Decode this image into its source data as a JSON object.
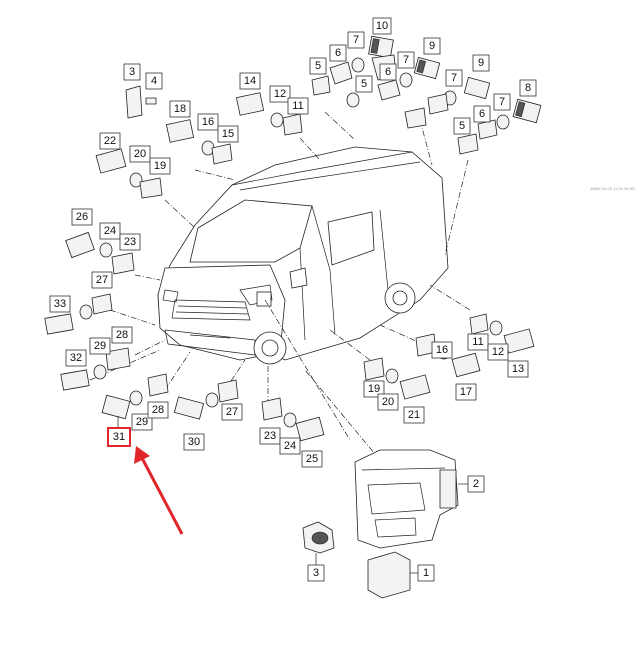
{
  "diagram": {
    "part_numbers": {
      "n10": "10",
      "n9a": "9",
      "n7a": "7",
      "n6a": "6",
      "n5a": "5",
      "n7b": "7",
      "n5b": "5",
      "n6b": "6",
      "n9b": "9",
      "n7c": "7",
      "n3a": "3",
      "n4": "4",
      "n14": "14",
      "n12a": "12",
      "n11a": "11",
      "n18": "18",
      "n16a": "16",
      "n15": "15",
      "n8": "8",
      "n7d": "7",
      "n6c": "6",
      "n5c": "5",
      "n22": "22",
      "n20a": "20",
      "n19a": "19",
      "n26": "26",
      "n24a": "24",
      "n23a": "23",
      "n27a": "27",
      "n33": "33",
      "n28a": "28",
      "n29a": "29",
      "n32": "32",
      "n31": "31",
      "n29b": "29",
      "n28b": "28",
      "n30": "30",
      "n27b": "27",
      "n23b": "23",
      "n24b": "24",
      "n25": "25",
      "n11b": "11",
      "n12b": "12",
      "n13": "13",
      "n16b": "16",
      "n17": "17",
      "n19b": "19",
      "n20b": "20",
      "n21": "21",
      "n2": "2",
      "n3b": "3",
      "n1": "1"
    },
    "watermark": "4MAV-31-00\n11.02.16 BD",
    "highlight_color": "#e0262b"
  }
}
